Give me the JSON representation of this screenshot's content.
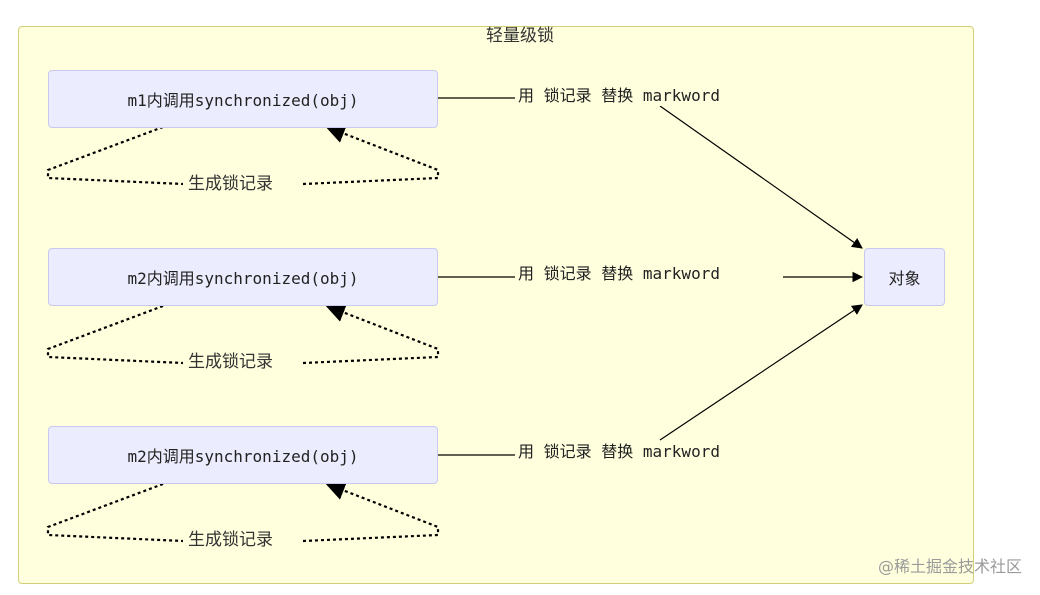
{
  "diagram": {
    "cluster_title": "轻量级锁",
    "target_node": "对象",
    "rows": [
      {
        "call": "m1内调用synchronized(obj)",
        "edge_label": "用 锁记录 替换 markword",
        "loop_label": "生成锁记录"
      },
      {
        "call": "m2内调用synchronized(obj)",
        "edge_label": "用 锁记录 替换 markword",
        "loop_label": "生成锁记录"
      },
      {
        "call": "m2内调用synchronized(obj)",
        "edge_label": "用 锁记录 替换 markword",
        "loop_label": "生成锁记录"
      }
    ]
  },
  "watermark": "@稀土掘金技术社区",
  "colors": {
    "cluster_fill": "#ffffde",
    "cluster_border": "#d2cf7a",
    "node_fill": "#ececff",
    "node_border": "#c9c9f0",
    "line": "#000000"
  }
}
